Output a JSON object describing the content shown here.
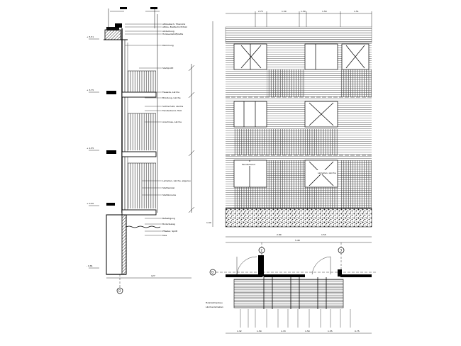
{
  "drawing": {
    "section": {
      "level_top": "+ 5.51",
      "level_3": "+ 3.75",
      "level_2": "+ 1.55",
      "level_1": "+ 0.00",
      "level_base": "- 0.81",
      "dim_bottom": "127",
      "axis_label": "D",
      "annotations": [
        "Attikablech, Titanzink",
        "Attika, Brettschichtholz",
        "Abdeckung",
        "Holzwerkstoffplatte",
        "Dämmung",
        "Stahlprofil",
        "Fassade, Lärche",
        "Brüstung, Lärche",
        "Sichtschutz, Lärche",
        "Fensterband, Holz",
        "Anschluss, Lärche",
        "Lamellen, Lärche, sägerau",
        "Stahlwinkel",
        "Stahlkonsole",
        "Befestigung",
        "Bodenbelag",
        "Pflaster, Splitt",
        "Kies"
      ]
    },
    "elevation": {
      "dims_top": [
        "2.75",
        "1.50",
        "1.50",
        "1.50",
        "1.51"
      ],
      "dim_left": "1.90",
      "dims_bottom": [
        "2.80",
        "1.55",
        "5.48"
      ],
      "axes": [
        "2",
        "3"
      ],
      "labels": [
        "Fensterband",
        "Lamellen, Lärche"
      ]
    },
    "plan": {
      "axis_label": "D",
      "dims_bottom": [
        "1.32",
        "1.50",
        "1.70",
        "1.50",
        "1.55",
        "0.75"
      ],
      "annotations": [
        "Holzrahmenbau",
        "Lärchenlamellen"
      ]
    }
  }
}
